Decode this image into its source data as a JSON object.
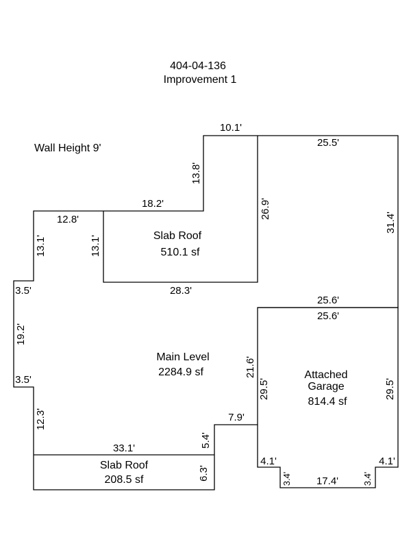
{
  "header": {
    "parcel_id": "404-04-136",
    "improvement": "Improvement 1"
  },
  "note": "Wall Height 9'",
  "areas": {
    "upper_slab": {
      "name": "Slab Roof",
      "area": "510.1 sf"
    },
    "main": {
      "name": "Main Level",
      "area": "2284.9 sf"
    },
    "garage": {
      "name_line1": "Attached",
      "name_line2": "Garage",
      "area": "814.4 sf"
    },
    "lower_slab": {
      "name": "Slab Roof",
      "area": "208.5 sf"
    }
  },
  "dimensions": {
    "top_small": "10.1'",
    "top_right": "25.5'",
    "left_vertical_upper": "13.8'",
    "upper_step_top": "18.2'",
    "upper_slab_right": "26.9'",
    "far_right": "31.4'",
    "left_step_top": "12.8'",
    "left_wall_upper": "13.1'",
    "upper_slab_left": "13.1'",
    "upper_slab_bottom": "28.3'",
    "left_jog_top": "3.5'",
    "garage_top_outer": "25.6'",
    "garage_top_inner": "25.6'",
    "left_wall_mid": "19.2'",
    "main_right_upper": "21.6'",
    "garage_left": "29.5'",
    "garage_right": "29.5'",
    "left_jog_bottom": "3.5'",
    "main_step": "7.9'",
    "left_wall_lower": "12.3'",
    "main_step_vertical": "5.4'",
    "lower_slab_top": "33.1'",
    "garage_bottom_left": "4.1'",
    "garage_bottom_right": "4.1'",
    "lower_slab_right": "6.3'",
    "garage_notch_left": "3.4'",
    "garage_bottom": "17.4'",
    "garage_notch_right": "3.4'"
  }
}
